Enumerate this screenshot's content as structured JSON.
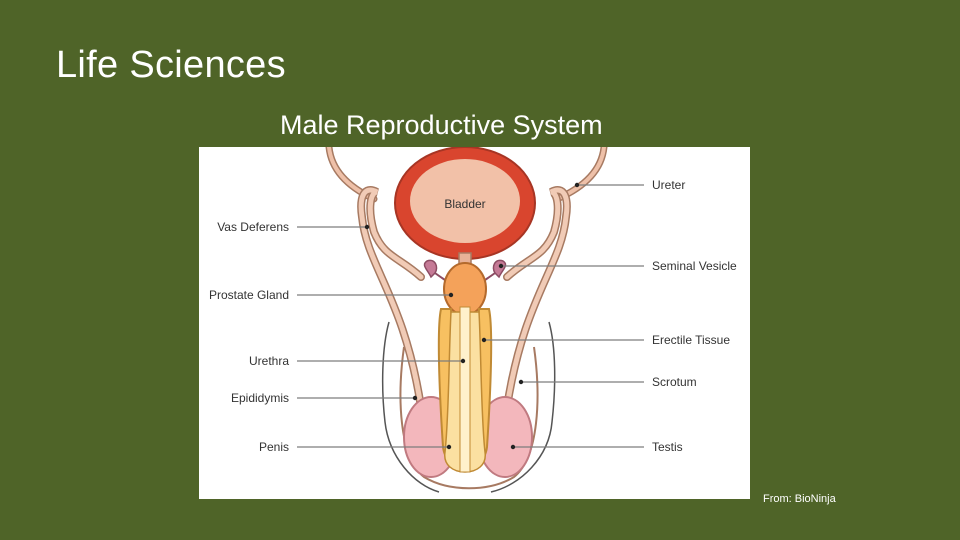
{
  "slide": {
    "title": "Life Sciences",
    "subtitle": "Male Reproductive System",
    "credit": "From: BioNinja"
  },
  "diagram": {
    "bladder_label": "Bladder",
    "left_labels": [
      "Vas Deferens",
      "Prostate Gland",
      "Urethra",
      "Epididymis",
      "Penis"
    ],
    "right_labels": [
      "Ureter",
      "Seminal Vesicle",
      "Erectile Tissue",
      "Scrotum",
      "Testis"
    ]
  },
  "colors": {
    "background": "#4f6428",
    "bladder_wall": "#d9452e",
    "bladder_inner": "#f2c1a8",
    "duct": "#e8b196",
    "prostate": "#f4a25a",
    "erectile": "#f7c061",
    "testis": "#f3b7bc",
    "seminal_vesicle": "#c57a96"
  }
}
